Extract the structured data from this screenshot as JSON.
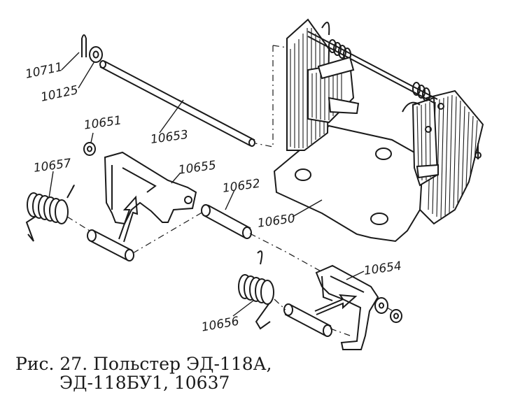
{
  "labels": {
    "p10711": "10711",
    "p10125": "10125",
    "p10651": "10651",
    "p10653": "10653",
    "p10657": "10657",
    "p10655": "10655",
    "p10652": "10652",
    "p10650": "10650",
    "p10654": "10654",
    "p10656": "10656"
  },
  "caption": {
    "line1": "Рис.  27.  Польстер  ЭД-118А,",
    "line2": "ЭД-118БУ1,  10637"
  }
}
